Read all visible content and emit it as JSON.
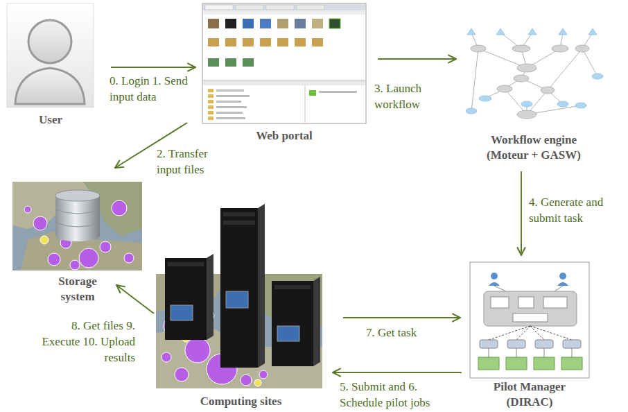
{
  "diagram": {
    "nodes": [
      {
        "text": [
          "User"
        ]
      },
      {
        "text": [
          "Web portal"
        ]
      },
      {
        "text": [
          "Workflow engine (Moteur + GASW)"
        ]
      },
      {
        "text": [
          "Storage system"
        ]
      },
      {
        "text": [
          "Computing sites"
        ]
      },
      {
        "text": [
          "Pilot Manager (DIRAC)"
        ]
      }
    ],
    "edges": [
      {
        "from": 0,
        "to": 1,
        "label": "0. Login 1. Send input data",
        "arrow": "to"
      },
      {
        "from": 1,
        "to": 3,
        "label": "2. Transfer input files",
        "arrow": "to"
      },
      {
        "from": 1,
        "to": 2,
        "label": "3. Launch workflow",
        "arrow": "to"
      },
      {
        "from": 2,
        "to": 5,
        "label": "4. Generate and submit task",
        "arrow": "to"
      },
      {
        "from": 5,
        "to": 4,
        "label": "5. Submit and 6. Schedule pilot jobs",
        "arrow": "to"
      },
      {
        "from": 4,
        "to": 5,
        "label": "7. Get task",
        "arrow": "to"
      },
      {
        "from": 4,
        "to": 3,
        "label": "8. Get files 9. Execute 10. Upload results",
        "arrow": "to"
      }
    ]
  }
}
